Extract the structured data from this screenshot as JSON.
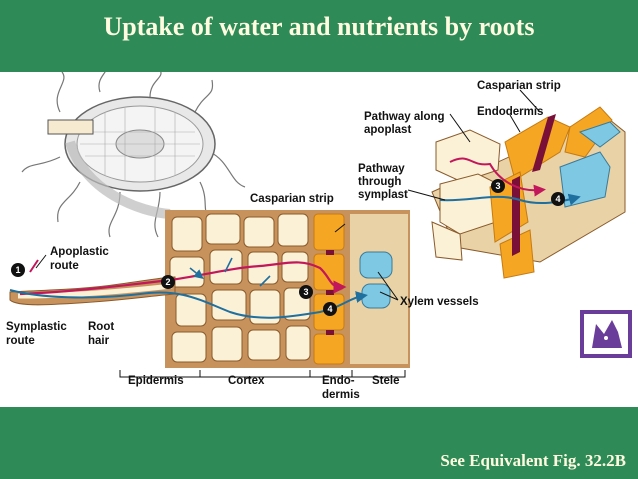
{
  "title": "Uptake of water and nutrients by roots",
  "caption": "See Equivalent Fig. 32.2B",
  "labels": {
    "apoplastic_route": [
      "Apoplastic",
      "route"
    ],
    "symplastic_route": [
      "Symplastic",
      "route"
    ],
    "root_hair": [
      "Root",
      "hair"
    ],
    "epidermis": "Epidermis",
    "cortex": "Cortex",
    "endodermis_bottom": [
      "Endo-",
      "dermis"
    ],
    "stele": "Stele",
    "casparian_strip_mid": "Casparian strip",
    "xylem_vessels": "Xylem vessels",
    "casparian_strip_top": "Casparian strip",
    "endodermis_top": "Endodermis",
    "pathway_apoplast": [
      "Pathway along",
      "apoplast"
    ],
    "pathway_symplast": [
      "Pathway",
      "through",
      "symplast"
    ]
  },
  "steps": [
    "1",
    "2",
    "3",
    "4"
  ],
  "colors": {
    "slide_green": "#2e8b57",
    "title_text": "#fffbe0",
    "cell_wall": "#c8925c",
    "cell_fill": "#fbf1d6",
    "endodermis": "#f5a623",
    "xylem": "#7ec8e3",
    "apoplast_path": "#c2185b",
    "symplast_path": "#1f6f9f",
    "casparian": "#7a1038"
  },
  "icons": [
    "root-cross-section-icon",
    "husky-logo-icon"
  ]
}
